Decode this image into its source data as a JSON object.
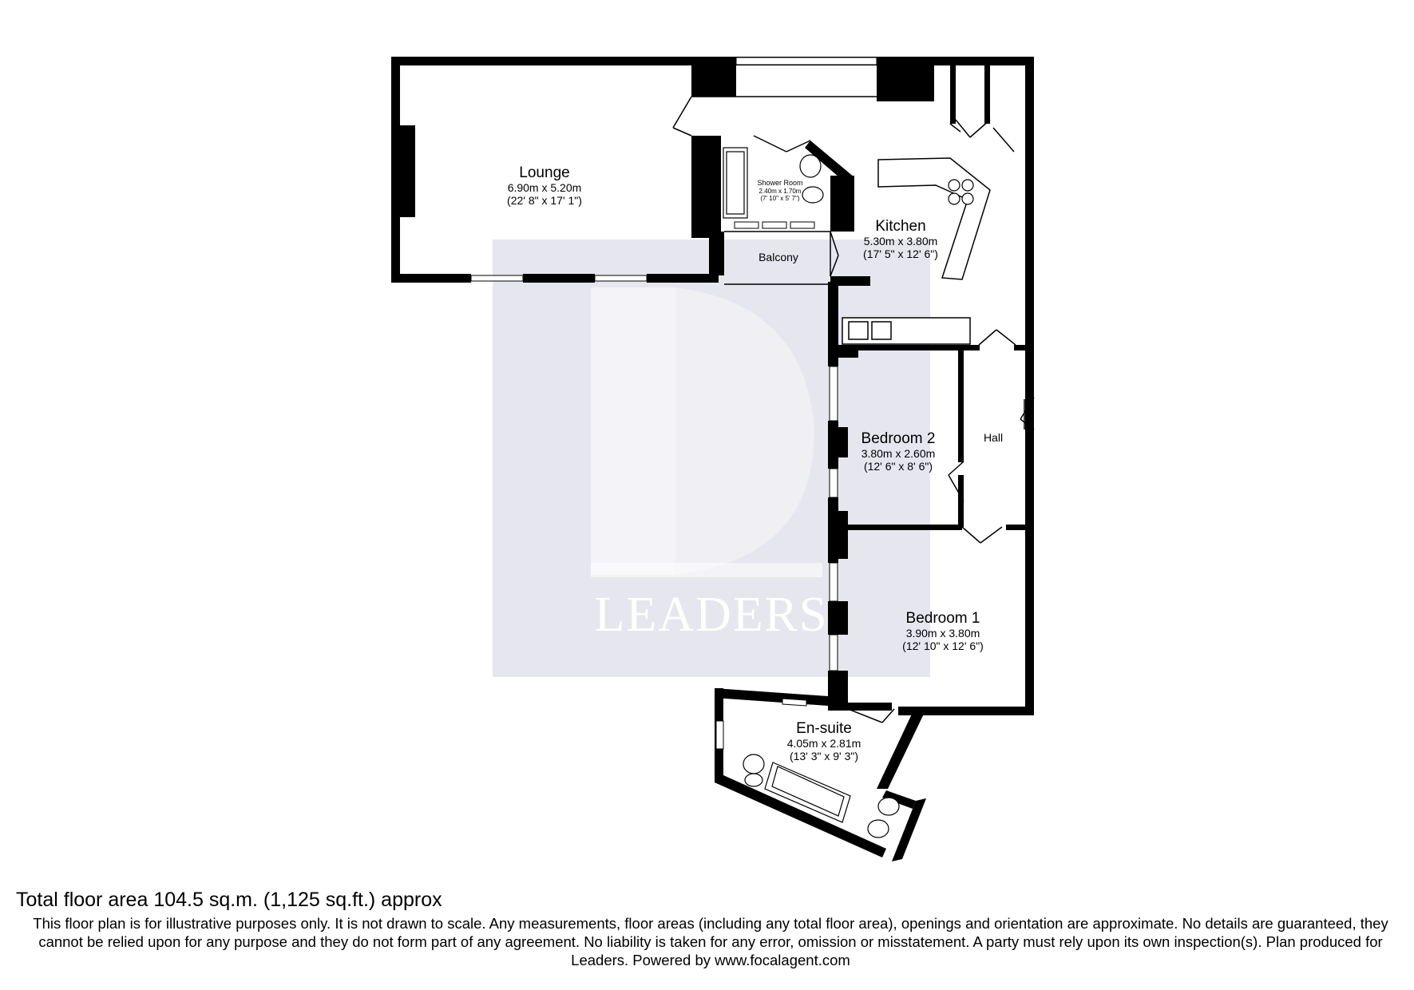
{
  "rooms": {
    "lounge": {
      "name": "Lounge",
      "metric": "6.90m x 5.20m",
      "imperial": "(22' 8\" x 17' 1\")"
    },
    "shower": {
      "name": "Shower Room",
      "metric": "2.40m x 1.70m",
      "imperial": "(7' 10\" x 5' 7\")"
    },
    "kitchen": {
      "name": "Kitchen",
      "metric": "5.30m x 3.80m",
      "imperial": "(17' 5\" x 12' 6\")"
    },
    "balcony": {
      "name": "Balcony"
    },
    "bedroom2": {
      "name": "Bedroom 2",
      "metric": "3.80m x 2.60m",
      "imperial": "(12' 6\" x 8' 6\")"
    },
    "hall": {
      "name": "Hall"
    },
    "bedroom1": {
      "name": "Bedroom 1",
      "metric": "3.90m x 3.80m",
      "imperial": "(12' 10\" x 12' 6\")"
    },
    "ensuite": {
      "name": "En-suite",
      "metric": "4.05m x 2.81m",
      "imperial": "(13' 3\" x 9' 3\")"
    }
  },
  "watermark": {
    "brand": "LEADERS",
    "color": "#e6e6ef"
  },
  "footer": {
    "total_area": "Total floor area 104.5 sq.m. (1,125 sq.ft.) approx",
    "disclaimer": "This floor plan is for illustrative purposes only. It is not drawn to scale. Any measurements, floor areas (including any total floor area), openings and orientation are approximate. No details are guaranteed, they cannot be relied upon for any purpose and they do not form part of any agreement. No liability is taken for any error, omission or misstatement. A party must rely upon its own inspection(s). Plan produced for Leaders. Powered by www.focalagent.com"
  }
}
